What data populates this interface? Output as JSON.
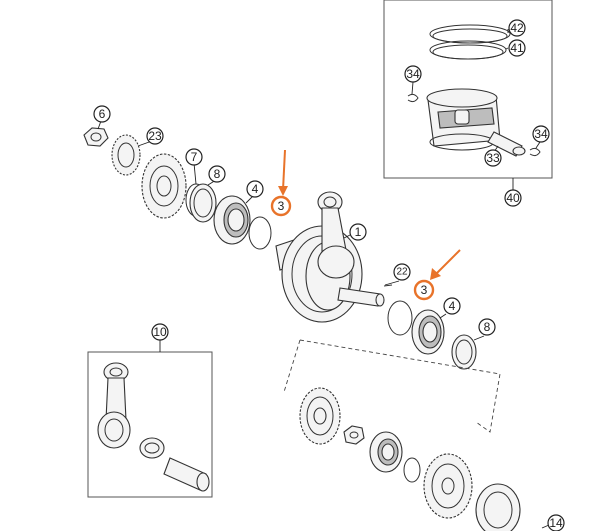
{
  "colors": {
    "highlight": "#e8732a",
    "line": "#333333",
    "background": "#ffffff"
  },
  "callouts": {
    "c6": "6",
    "c23": "23",
    "c7": "7",
    "c8a": "8",
    "c4a": "4",
    "c3a": "3",
    "c1": "1",
    "c22": "22",
    "c3b": "3",
    "c4b": "4",
    "c8b": "8",
    "c10": "10",
    "c14": "14",
    "c42": "42",
    "c41": "41",
    "c34a": "34",
    "c34b": "34",
    "c33": "33",
    "c40": "40"
  },
  "highlighted_callouts": [
    "c3a",
    "c3b"
  ]
}
